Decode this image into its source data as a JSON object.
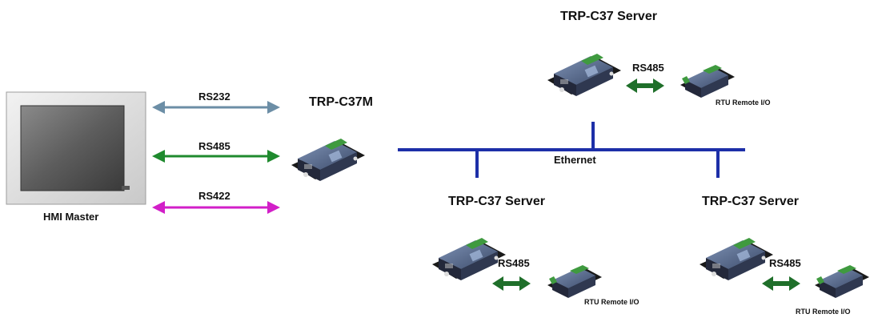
{
  "colors": {
    "rs232": "#6c8ea6",
    "rs485": "#1f8a2e",
    "rs422": "#d21fc8",
    "ethernet": "#1d2fa8",
    "rs485_server": "#1f6f2a"
  },
  "hmi": {
    "label": "HMI  Master"
  },
  "links": {
    "rs232": "RS232",
    "rs485": "RS485",
    "rs422": "RS422"
  },
  "gateway": {
    "label": "TRP-C37M"
  },
  "network": {
    "label": "Ethernet"
  },
  "servers": [
    {
      "title": "TRP-C37 Server",
      "link": "RS485",
      "rtu": "RTU Remote I/O"
    },
    {
      "title": "TRP-C37 Server",
      "link": "RS485",
      "rtu": "RTU Remote I/O"
    },
    {
      "title": "TRP-C37 Server",
      "link": "RS485",
      "rtu": "RTU Remote I/O"
    }
  ]
}
